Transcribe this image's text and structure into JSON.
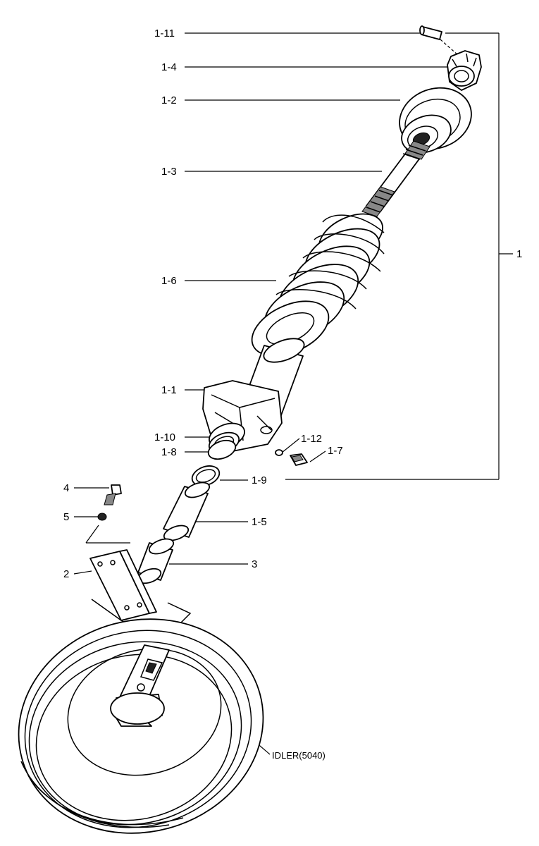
{
  "callouts": {
    "p1_11": "1-11",
    "p1_4": "1-4",
    "p1_2": "1-2",
    "p1_3": "1-3",
    "p1": "1",
    "p1_6": "1-6",
    "p1_1": "1-1",
    "p1_10": "1-10",
    "p1_12": "1-12",
    "p1_8": "1-8",
    "p1_7": "1-7",
    "p1_9": "1-9",
    "p4": "4",
    "p5": "5",
    "p1_5": "1-5",
    "p2": "2",
    "p3": "3",
    "idler": "IDLER(5040)"
  }
}
